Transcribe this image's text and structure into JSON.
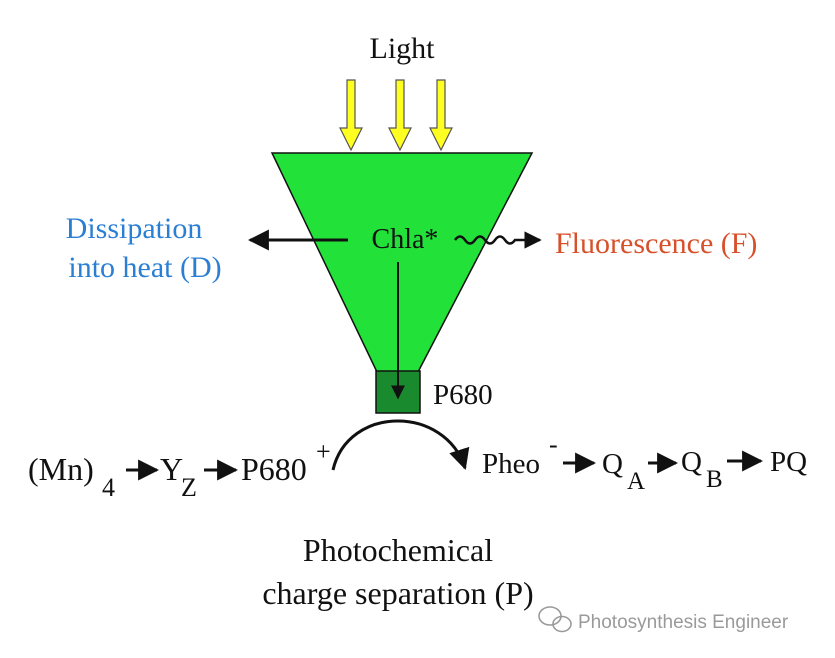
{
  "light_label": "Light",
  "chla_label": "Chla*",
  "dissipation": {
    "line1": "Dissipation",
    "line2": "into heat (D)"
  },
  "fluorescence": "Fluorescence (F)",
  "p680_label": "P680",
  "chain": {
    "mn": "(Mn)",
    "mn_sub": "4",
    "yz": "Y",
    "yz_sub": "Z",
    "p680_plus": "P680",
    "plus": "+",
    "pheo": "Pheo",
    "minus": "-",
    "qa": "Q",
    "qa_sub": "A",
    "qb": "Q",
    "qb_sub": "B",
    "pq": "PQ"
  },
  "photochem": {
    "line1": "Photochemical",
    "line2": "charge separation (P)"
  },
  "watermark": "Photosynthesis Engineer",
  "colors": {
    "funnel": "#22e23a",
    "p680_box": "#1a8a2e",
    "light_arrow": "#ffff22",
    "dissipation": "#2a7fd4",
    "fluorescence": "#d8502a",
    "ink": "#111111",
    "watermark": "#9a9a9a"
  }
}
